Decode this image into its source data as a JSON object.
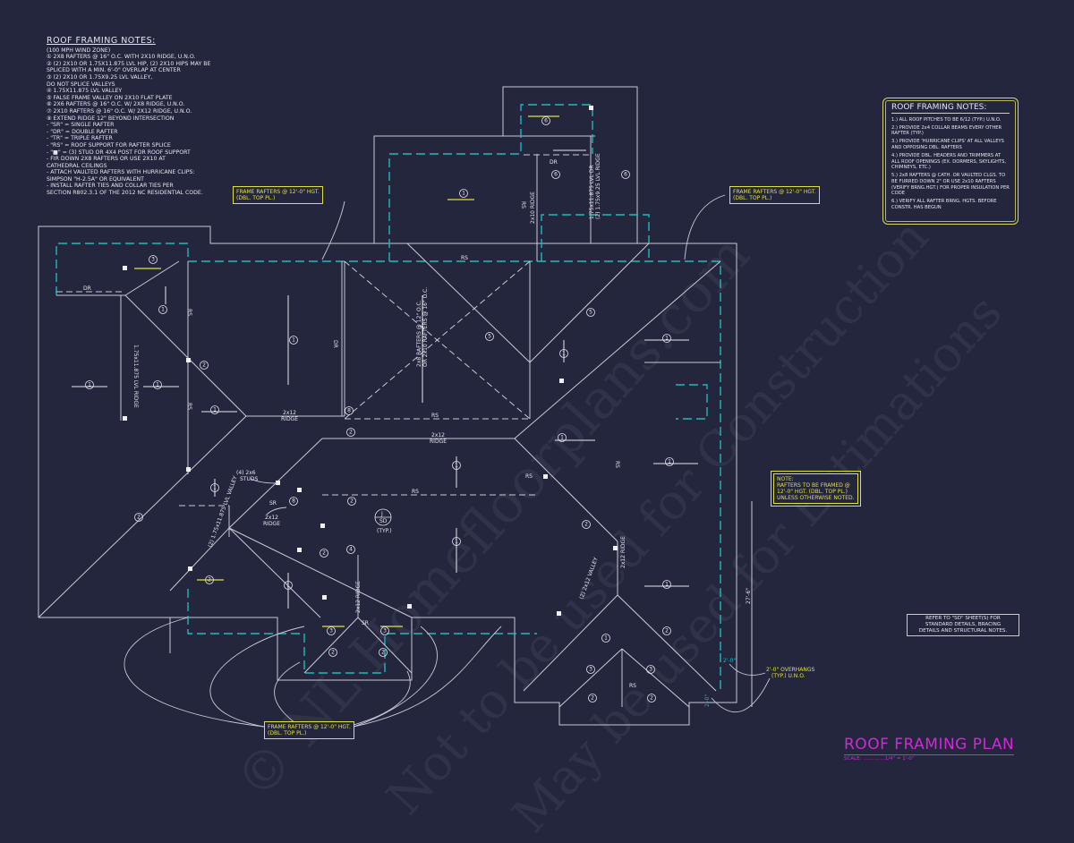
{
  "left_notes": {
    "title": "ROOF FRAMING NOTES:",
    "items": [
      "(100 MPH WIND ZONE)",
      "① 2x8 RAFTERS @ 16\" O.C. WITH 2x10 RIDGE, U.N.O.",
      "② (2) 2x10 OR 1.75x11.875 LVL HIP, (2) 2x10 HIPS MAY BE",
      "   SPLICED WITH A MIN. 6'-0\" OVERLAP AT CENTER",
      "③ (2) 2x10 OR 1.75x9.25 LVL VALLEY,",
      "   DO NOT SPLICE VALLEYS",
      "④ 1.75x11.875 LVL VALLEY",
      "⑤ FALSE FRAME VALLEY ON 2x10 FLAT PLATE",
      "⑥ 2x6 RAFTERS @ 16\" O.C. W/ 2x8 RIDGE, U.N.O.",
      "⑦ 2x10 RAFTERS @ 16\" O.C. W/ 2x12 RIDGE, U.N.O.",
      "⑧ EXTEND RIDGE 12\" BEYOND INTERSECTION",
      "-  \"SR\" = SINGLE RAFTER",
      "-  \"DR\" = DOUBLE RAFTER",
      "-  \"TR\" = TRIPLE RAFTER",
      "-  \"RS\" = ROOF SUPPORT FOR RAFTER SPLICE",
      "-  \"■\" = (3) STUD OR 4x4 POST FOR ROOF SUPPORT",
      "-  FIR DOWN 2x8 RAFTERS OR USE 2x10 AT",
      "   CATHEDRAL CEILINGS",
      "-  ATTACH VAULTED RAFTERS WITH HURRICANE CLIPS:",
      "   SIMPSON \"H-2.5A\" OR EQUIVALENT",
      "-  INSTALL RAFTER TIES AND COLLAR TIES PER",
      "   SECTION R802.3.1 OF THE 2012 NC RESIDENTIAL CODE."
    ]
  },
  "right_notes": {
    "title": "ROOF FRAMING NOTES:",
    "items": [
      "1.) ALL ROOF PITCHES TO BE 6/12 (TYP.) U.N.O.",
      "2.) PROVIDE 2x4 COLLAR BEAMS EVERY OTHER RAFTER (TYP.)",
      "3.) PROVIDE 'HURRICANE CLIPS' AT ALL VALLEYS AND OPPOSING DBL. RAFTERS",
      "4.) PROVIDE DBL. HEADERS AND TRIMMERS AT ALL ROOF OPENINGS (EX. DORMERS, SKYLIGHTS, CHIMNEYS, ETC.)",
      "5.) 2x8 RAFTERS @ CATH. OR VAULTED CLGS. TO BE FURRED DOWN 2\" OR USE 2x10 RAFTERS (VERIFY BRNG.HGT.) FOR PROPER INSULATION PER CODE",
      "6.) VERIFY ALL RAFTER BRNG. HGTS. BEFORE CONSTR. HAS BEGUN"
    ]
  },
  "callouts": {
    "frame_rafters_line1": "FRAME RAFTERS @ 12'-0\" HGT.",
    "frame_rafters_line2": "(DBL. TOP PL.)",
    "note_title": "NOTE:",
    "note_line1": "RAFTERS TO BE FRAMED @",
    "note_line2": "12'-0\" HGT. (DBL. TOP PL.)",
    "note_line3": "UNLESS OTHERWISE NOTED.",
    "overhang_line1": "2'-0\" OVERHANGS",
    "overhang_line2": "(TYP.) U.N.O.",
    "refer_line1": "REFER TO \"SD\" SHEET(S) FOR",
    "refer_line2": "STANDARD DETAILS, BRACING",
    "refer_line3": "DETAILS AND STRUCTURAL NOTES."
  },
  "plan": {
    "marks": {
      "1": "1",
      "2": "2",
      "3": "3",
      "4": "4",
      "5": "5",
      "6": "6",
      "8": "8"
    },
    "dr": "DR",
    "rs": "RS",
    "sr": "SR",
    "ridge_2x12": "2x12",
    "ridge_word": "RIDGE",
    "ridge_2x12_full": "2x12 RIDGE",
    "lvl_ridge_left": "1.75x11.875 LVL RIDGE",
    "studs_line1": "(4) 2x6",
    "studs_line2": "STUDS",
    "lvl_valley": "(2) 1.75x11.875 LVL VALLEY",
    "valley_2x12": "(2) 2x12 VALLEY",
    "ridge_2x10": "2x10 RIDGE",
    "lvl_dr": "1.75x11.875 LVL DR",
    "lvl_ridge_top": "(2) 1.75x9.25 LVL RIDGE",
    "rafters_center_1": "2x8 RAFTERS @ 12\" O.C.",
    "rafters_center_2": "OR 2x10 RAFTERS @ 16\" O.C.",
    "detail_num": "J",
    "detail_sheet": "SD",
    "detail_typ": "(TYP.)",
    "dim_27": "27'-6\"",
    "dim_2": "2'-0\""
  },
  "title_block": {
    "title": "ROOF FRAMING PLAN",
    "scale": "SCALE: ..............1/4\" = 1'-0\""
  },
  "watermark": [
    "© NL Homefloorplans.com",
    "Not to be used for Construction",
    "May be used for Estimations"
  ],
  "colors": {
    "background": "#24263e",
    "lines": "#c9cad6",
    "walls": "#22b8bc",
    "callouts": "#e0e040",
    "title": "#d328d6"
  }
}
